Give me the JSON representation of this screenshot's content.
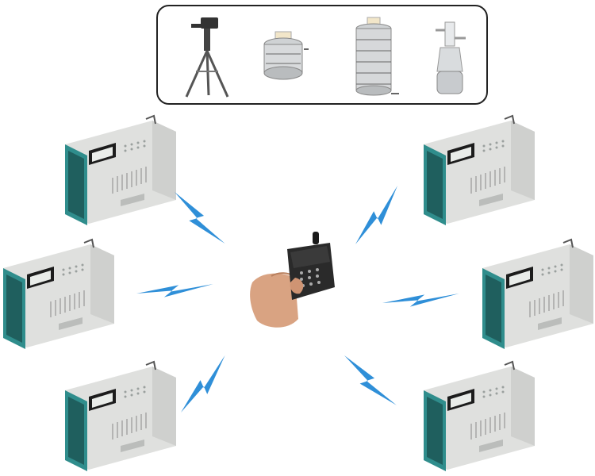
{
  "scene": {
    "accessories": [
      {
        "name": "tripod-icon"
      },
      {
        "name": "small-filter-holder-icon"
      },
      {
        "name": "stacked-impactor-icon"
      },
      {
        "name": "glass-impinger-icon"
      }
    ],
    "samplers": [
      {
        "name": "sampler-top-left"
      },
      {
        "name": "sampler-middle-left"
      },
      {
        "name": "sampler-bottom-left"
      },
      {
        "name": "sampler-top-right"
      },
      {
        "name": "sampler-middle-right"
      },
      {
        "name": "sampler-bottom-right"
      }
    ],
    "signals": [
      {
        "name": "signal-top-left-icon"
      },
      {
        "name": "signal-middle-left-icon"
      },
      {
        "name": "signal-bottom-left-icon"
      },
      {
        "name": "signal-top-right-icon"
      },
      {
        "name": "signal-middle-right-icon"
      },
      {
        "name": "signal-bottom-right-icon"
      }
    ],
    "colors": {
      "device_body": "#e4e5e3",
      "device_frame": "#2f8d8c",
      "signal": "#2f8fd8",
      "remote": "#222222",
      "panel_border": "#222222"
    }
  }
}
